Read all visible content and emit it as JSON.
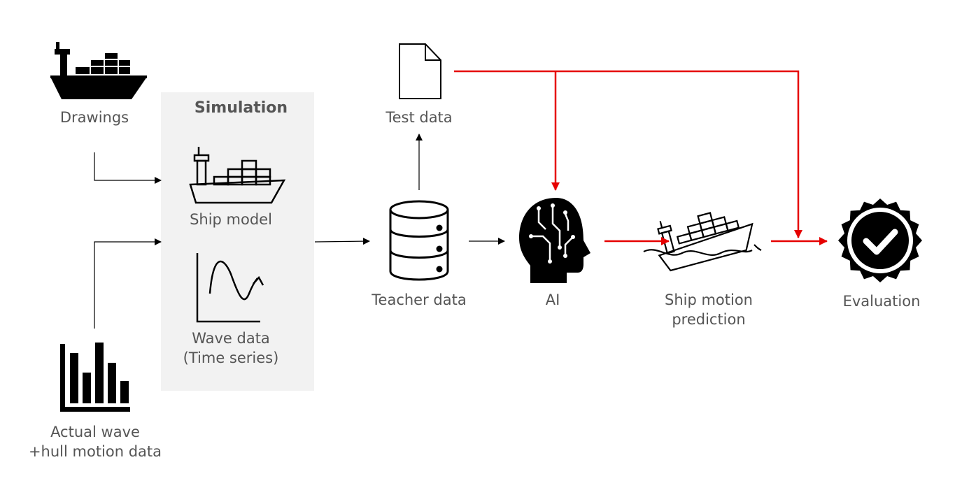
{
  "simulation": {
    "title": "Simulation"
  },
  "nodes": {
    "drawings": {
      "label": "Drawings",
      "icon": "cargo-ship-icon"
    },
    "ship_model": {
      "label": "Ship model",
      "icon": "cargo-ship-outline-icon"
    },
    "wave_data": {
      "line1": "Wave data",
      "line2": "(Time series)",
      "icon": "wave-graph-icon"
    },
    "actual_wave": {
      "line1": "Actual wave",
      "line2": "+hull motion data",
      "icon": "bar-chart-icon"
    },
    "test_data": {
      "label": "Test data",
      "icon": "document-icon"
    },
    "teacher_data": {
      "label": "Teacher data",
      "icon": "database-icon"
    },
    "ai": {
      "label": "AI",
      "icon": "ai-head-icon"
    },
    "ship_motion": {
      "line1": "Ship motion",
      "line2": "prediction",
      "icon": "tilted-ship-icon"
    },
    "evaluation": {
      "label": "Evaluation",
      "icon": "check-badge-icon"
    }
  },
  "colors": {
    "arrow": "#000000",
    "highlight_arrow": "#e60000",
    "sim_box": "#f2f2f2",
    "text": "#555555"
  }
}
